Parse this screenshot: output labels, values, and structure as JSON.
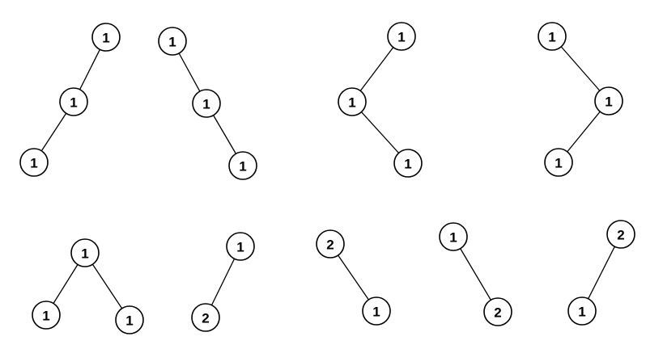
{
  "trees": [
    {
      "name": "left-chain",
      "labels": [
        "1",
        "1",
        "1"
      ],
      "edges": [
        [
          0,
          1
        ],
        [
          1,
          2
        ]
      ]
    },
    {
      "name": "right-chain",
      "labels": [
        "1",
        "1",
        "1"
      ],
      "edges": [
        [
          0,
          1
        ],
        [
          1,
          2
        ]
      ]
    },
    {
      "name": "left-right-zigzag",
      "labels": [
        "1",
        "1",
        "1"
      ],
      "edges": [
        [
          0,
          1
        ],
        [
          1,
          2
        ]
      ]
    },
    {
      "name": "right-left-zigzag",
      "labels": [
        "1",
        "1",
        "1"
      ],
      "edges": [
        [
          0,
          1
        ],
        [
          1,
          2
        ]
      ]
    },
    {
      "name": "balanced",
      "labels": [
        "1",
        "1",
        "1"
      ],
      "edges": [
        [
          0,
          1
        ],
        [
          0,
          2
        ]
      ]
    },
    {
      "name": "pair-1-left-2",
      "labels": [
        "1",
        "2"
      ],
      "edges": [
        [
          0,
          1
        ]
      ]
    },
    {
      "name": "pair-2-right-1",
      "labels": [
        "2",
        "1"
      ],
      "edges": [
        [
          0,
          1
        ]
      ]
    },
    {
      "name": "pair-1-right-2",
      "labels": [
        "1",
        "2"
      ],
      "edges": [
        [
          0,
          1
        ]
      ]
    },
    {
      "name": "pair-2-left-1",
      "labels": [
        "2",
        "1"
      ],
      "edges": [
        [
          0,
          1
        ]
      ]
    }
  ]
}
